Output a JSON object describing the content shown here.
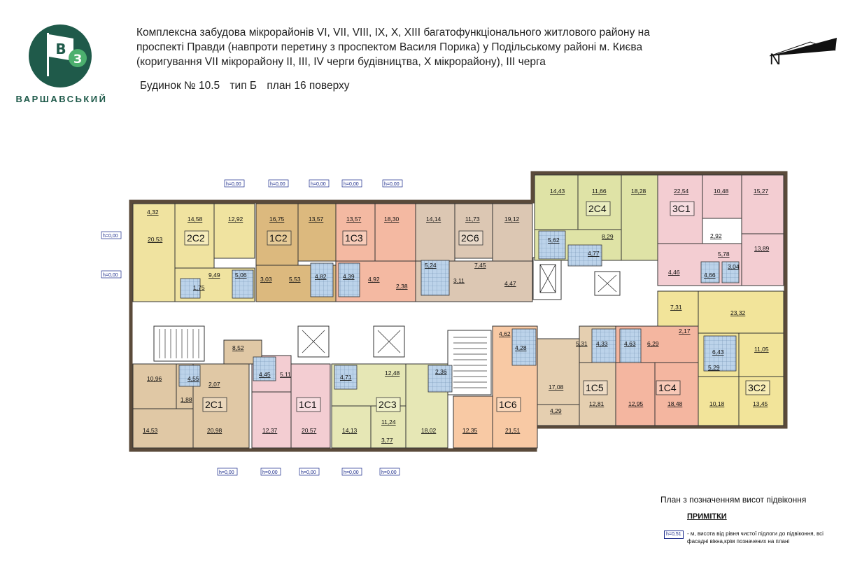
{
  "brand": {
    "name": "ВАРШАВСЬКИЙ",
    "logo_letters": [
      "В",
      "З"
    ],
    "primary_color": "#1f5a4a",
    "secondary_color": "#4caf6e"
  },
  "header": {
    "lines": [
      "Комплексна забудова мікрорайонів VI, VII, VIII, IX, X, XIII багатофункціонального житлового району на",
      "проспекті Правди (навпроти перетину з проспектом Василя Порика) у Подільському районі м. Києва",
      "(коригування VII мікрорайону II, III, IV черги будівництва, X мікрорайону), III черга"
    ],
    "building": "Будинок № 10.5",
    "type": "тип Б",
    "plan": "план 16 поверху"
  },
  "north": "N",
  "window_mark": "h=0,00",
  "colors": {
    "1C": "#f1cfc3",
    "2C": "#f0e3a0",
    "3C": "#f6c9cf"
  },
  "apartments": [
    {
      "id": "2C2",
      "label": "2С2",
      "color": "#f0e3a0"
    },
    {
      "id": "1C2",
      "label": "1С2",
      "color": "#dcb97e"
    },
    {
      "id": "1C3",
      "label": "1С3",
      "color": "#f4b9a2"
    },
    {
      "id": "2C6",
      "label": "2С6",
      "color": "#dcc7b3"
    },
    {
      "id": "2C4",
      "label": "2С4",
      "color": "#dfe3a6"
    },
    {
      "id": "3C1",
      "label": "3С1",
      "color": "#f3cdd2"
    },
    {
      "id": "3C2",
      "label": "3С2",
      "color": "#f2e49a"
    },
    {
      "id": "1C4",
      "label": "1С4",
      "color": "#f4b6a0"
    },
    {
      "id": "1C5",
      "label": "1С5",
      "color": "#e5cfb0"
    },
    {
      "id": "1C6",
      "label": "1С6",
      "color": "#f8c9a4"
    },
    {
      "id": "2C3",
      "label": "2С3",
      "color": "#e6e7b5"
    },
    {
      "id": "1C1",
      "label": "1С1",
      "color": "#f3cdd2"
    },
    {
      "id": "2C1",
      "label": "2С1",
      "color": "#e0c8a5"
    }
  ],
  "areas": {
    "a432": "4,32",
    "a2053": "20,53",
    "a1458": "14,58",
    "a1292": "12,92",
    "a949": "9,49",
    "a1675": "16,75",
    "a1357a": "13,57",
    "a1357b": "13,57",
    "a1830": "18,30",
    "a1414": "14,14",
    "a1173": "11,73",
    "a1912": "19,12",
    "a1443": "14,43",
    "a1166": "11,66",
    "a1828": "18,28",
    "a2254": "22,54",
    "a1048": "10,48",
    "a1527": "15,27",
    "a292": "2,92",
    "a578": "5,78",
    "a1389": "13,89",
    "a562": "5,62",
    "a829": "8,29",
    "a477": "4,77",
    "a506": "5,06",
    "a303": "3,03",
    "a553": "5,53",
    "a482": "4,82",
    "a439": "4,39",
    "a492": "4,92",
    "a238": "2,38",
    "a524": "5,24",
    "a745": "7,45",
    "a311": "3,11",
    "a447": "4,47",
    "a446": "4,46",
    "a466": "4,66",
    "a304": "3,04",
    "a731": "7,31",
    "a2332": "23,32",
    "a1105": "11,05",
    "a529": "5,29",
    "a1345": "13,45",
    "a1018": "10,18",
    "a1848": "18,48",
    "a1295": "12,95",
    "a629": "6,29",
    "a463": "4,63",
    "a433": "4,33",
    "a531": "5,31",
    "a1281": "12,81",
    "a1708": "17,08",
    "a429": "4,29",
    "a428": "4,28",
    "a462": "4,62",
    "a2151": "21,51",
    "a1235": "12,35",
    "a1802": "18,02",
    "a1248": "12,48",
    "a1124": "11,24",
    "a377": "3,77",
    "a1413": "14,13",
    "a471": "4,71",
    "a2057": "20,57",
    "a511": "5,11",
    "a1237": "12,37",
    "a445": "4,45",
    "a2098": "20,98",
    "a852": "8,52",
    "a455": "4,55",
    "a207": "2,07",
    "a188": "1,88",
    "a1096": "10,96",
    "a1453": "14,53",
    "a175": "1,75",
    "a217": "2,17",
    "a643": "6,43",
    "a236": "2,36"
  },
  "legend": {
    "title": "План з позначенням висот підвіконня",
    "heading": "ПРИМІТКИ",
    "badge": "h=0,51",
    "text": "- м, висота від рівня чистої підлоги до підвіконня, всі фасадні вікна,крім позначених на плані"
  }
}
